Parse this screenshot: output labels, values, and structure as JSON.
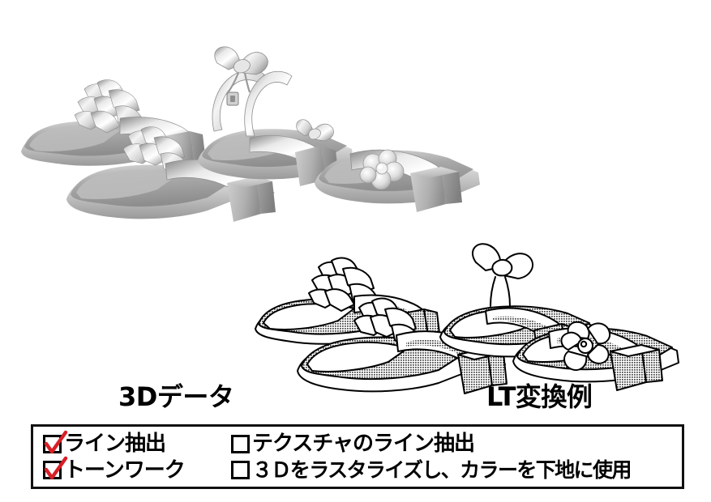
{
  "figure": {
    "title_left": "3Dデータ",
    "title_right": "LT変換例",
    "groups": {
      "source_3d": {
        "name": "3d-shaded-sandals",
        "style": "smooth grayscale 3D render",
        "item_count": 4,
        "items": [
          {
            "label": "braided-strap-mule"
          },
          {
            "label": "wide-band-mule"
          },
          {
            "label": "ankle-strap-bow-sandal"
          },
          {
            "label": "flower-band-mule"
          }
        ]
      },
      "converted_lt": {
        "name": "lt-lineart-sandals",
        "style": "line extraction with halftone tone work",
        "item_count": 4,
        "items": [
          {
            "label": "braided-strap-mule"
          },
          {
            "label": "wide-band-mule"
          },
          {
            "label": "bow-band-mule"
          },
          {
            "label": "flower-band-mule"
          }
        ]
      }
    }
  },
  "legend": {
    "rows": [
      {
        "left": {
          "checked": true,
          "label": "ライン抽出"
        },
        "right": {
          "checked": false,
          "label": "テクスチャのライン抽出"
        }
      },
      {
        "left": {
          "checked": true,
          "label": "トーンワーク"
        },
        "right": {
          "checked": false,
          "label": "３Ｄをラスタライズし、カラーを下地に使用"
        }
      }
    ]
  },
  "colors": {
    "check_mark": "#d81f26",
    "ink": "#000000",
    "tone_gray": "#a9a9a9",
    "background": "#ffffff"
  }
}
